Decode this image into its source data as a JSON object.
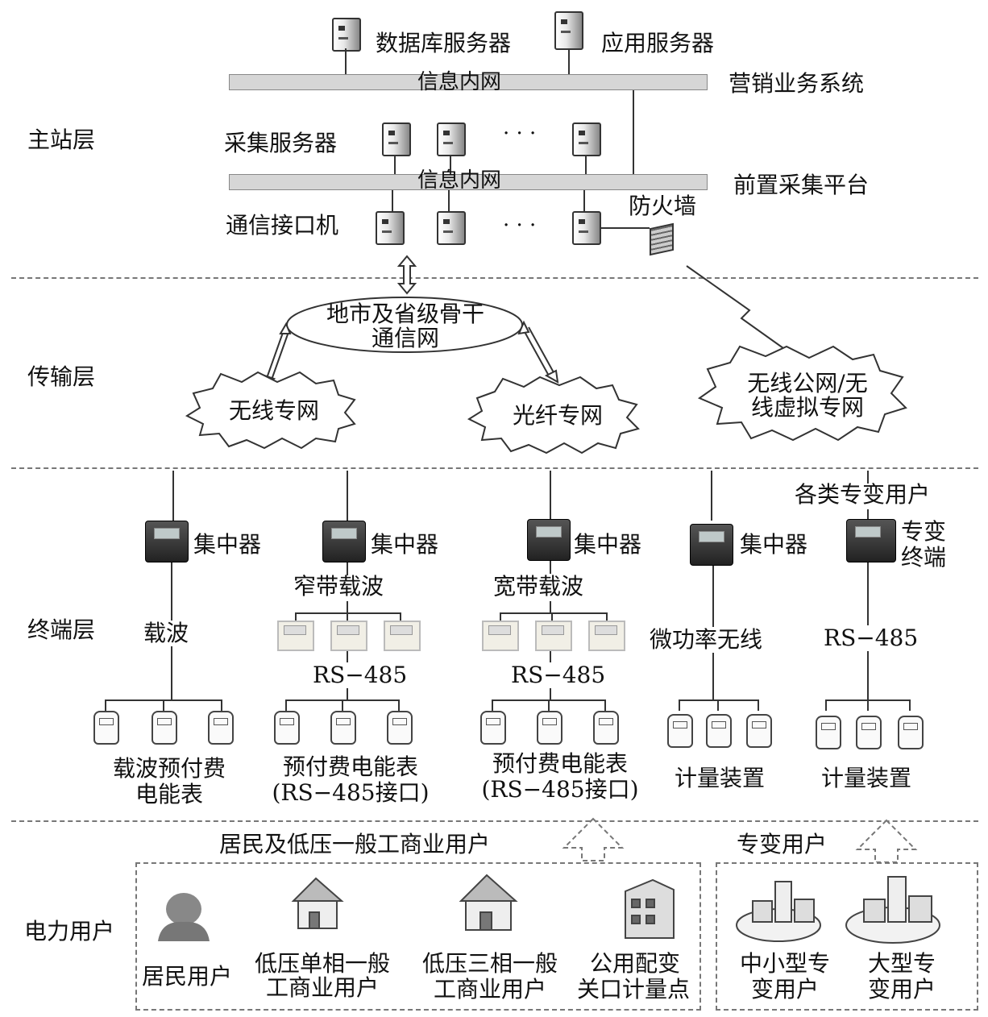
{
  "layers": {
    "master": "主站层",
    "transmission": "传输层",
    "terminal": "终端层",
    "users": "电力用户"
  },
  "master_station": {
    "db_server": "数据库服务器",
    "app_server": "应用服务器",
    "intranet_top": "信息内网",
    "marketing_system": "营销业务系统",
    "collect_servers": "采集服务器",
    "ellipsis1": "· · ·",
    "intranet_bottom": "信息内网",
    "front_platform": "前置采集平台",
    "comm_interface": "通信接口机",
    "ellipsis2": "· · ·",
    "firewall": "防火墙"
  },
  "transmission": {
    "backbone_line1": "地市及省级骨干",
    "backbone_line2": "通信网",
    "wireless_private": "无线专网",
    "fiber_private": "光纤专网",
    "public_line1": "无线公网/无",
    "public_line2": "线虚拟专网"
  },
  "terminal": {
    "concentrator": "集中器",
    "special_users": "各类专变用户",
    "special_terminal_line1": "专变",
    "special_terminal_line2": "终端",
    "carrier": "载波",
    "narrowband": "窄带载波",
    "broadband": "宽带载波",
    "micropower": "微功率无线",
    "rs485": "RS−485",
    "col1_line1": "载波预付费",
    "col1_line2": "电能表",
    "col2_line1": "预付费电能表",
    "col2_line2": "(RS−485接口)",
    "col3_line1": "预付费电能表",
    "col3_line2": "(RS−485接口)",
    "col4": "计量装置",
    "col5": "计量装置"
  },
  "users": {
    "residential_group": "居民及低压一般工商业用户",
    "special_group": "专变用户",
    "resident_line1": "居民用户",
    "lv_single_line1": "低压单相一般",
    "lv_single_line2": "工商业用户",
    "lv_three_line1": "低压三相一般",
    "lv_three_line2": "工商业用户",
    "public_line1": "公用配变",
    "public_line2": "关口计量点",
    "small_line1": "中小型专",
    "small_line2": "变用户",
    "large_line1": "大型专",
    "large_line2": "变用户"
  }
}
